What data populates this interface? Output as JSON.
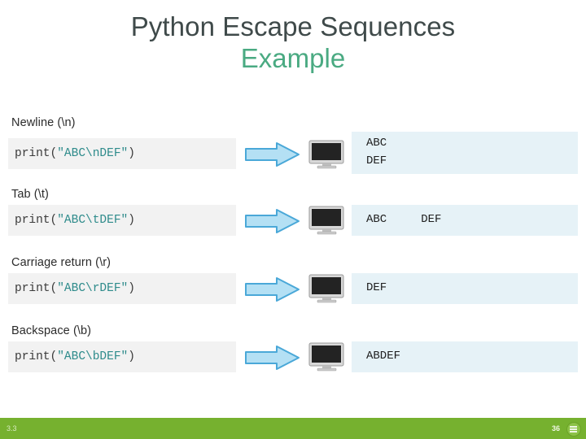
{
  "slide": {
    "title_line1": "Python Escape Sequences",
    "title_line2": "Example",
    "title_color_primary": "#3f4a4a",
    "title_color_accent": "#4aaa82"
  },
  "theme": {
    "code_band_bg": "#f2f2f2",
    "output_band_bg": "#e6f2f7",
    "arrow_fill": "#b4e0f4",
    "arrow_stroke": "#4aa8d8",
    "footer_bg": "#76b12f",
    "string_literal_color": "#2e8b8b"
  },
  "icons": {
    "arrow": "right-block-arrow-icon",
    "monitor": "computer-monitor-icon",
    "footer_menu": "menu-circle-icon"
  },
  "rows": [
    {
      "label": "Newline (\\n)",
      "code_prefix": "print(",
      "code_literal": "\"ABC\\nDEF\"",
      "code_suffix": ")",
      "output": "ABC\nDEF"
    },
    {
      "label": "Tab (\\t)",
      "code_prefix": "print(",
      "code_literal": "\"ABC\\tDEF\"",
      "code_suffix": ")",
      "output": "ABC     DEF"
    },
    {
      "label": "Carriage return (\\r)",
      "code_prefix": "print(",
      "code_literal": "\"ABC\\rDEF\"",
      "code_suffix": ")",
      "output": "DEF"
    },
    {
      "label": "Backspace (\\b)",
      "code_prefix": "print(",
      "code_literal": "\"ABC\\bDEF\"",
      "code_suffix": ")",
      "output": "ABDEF"
    }
  ],
  "footer": {
    "left_label": "3.3",
    "right_label": "36"
  }
}
